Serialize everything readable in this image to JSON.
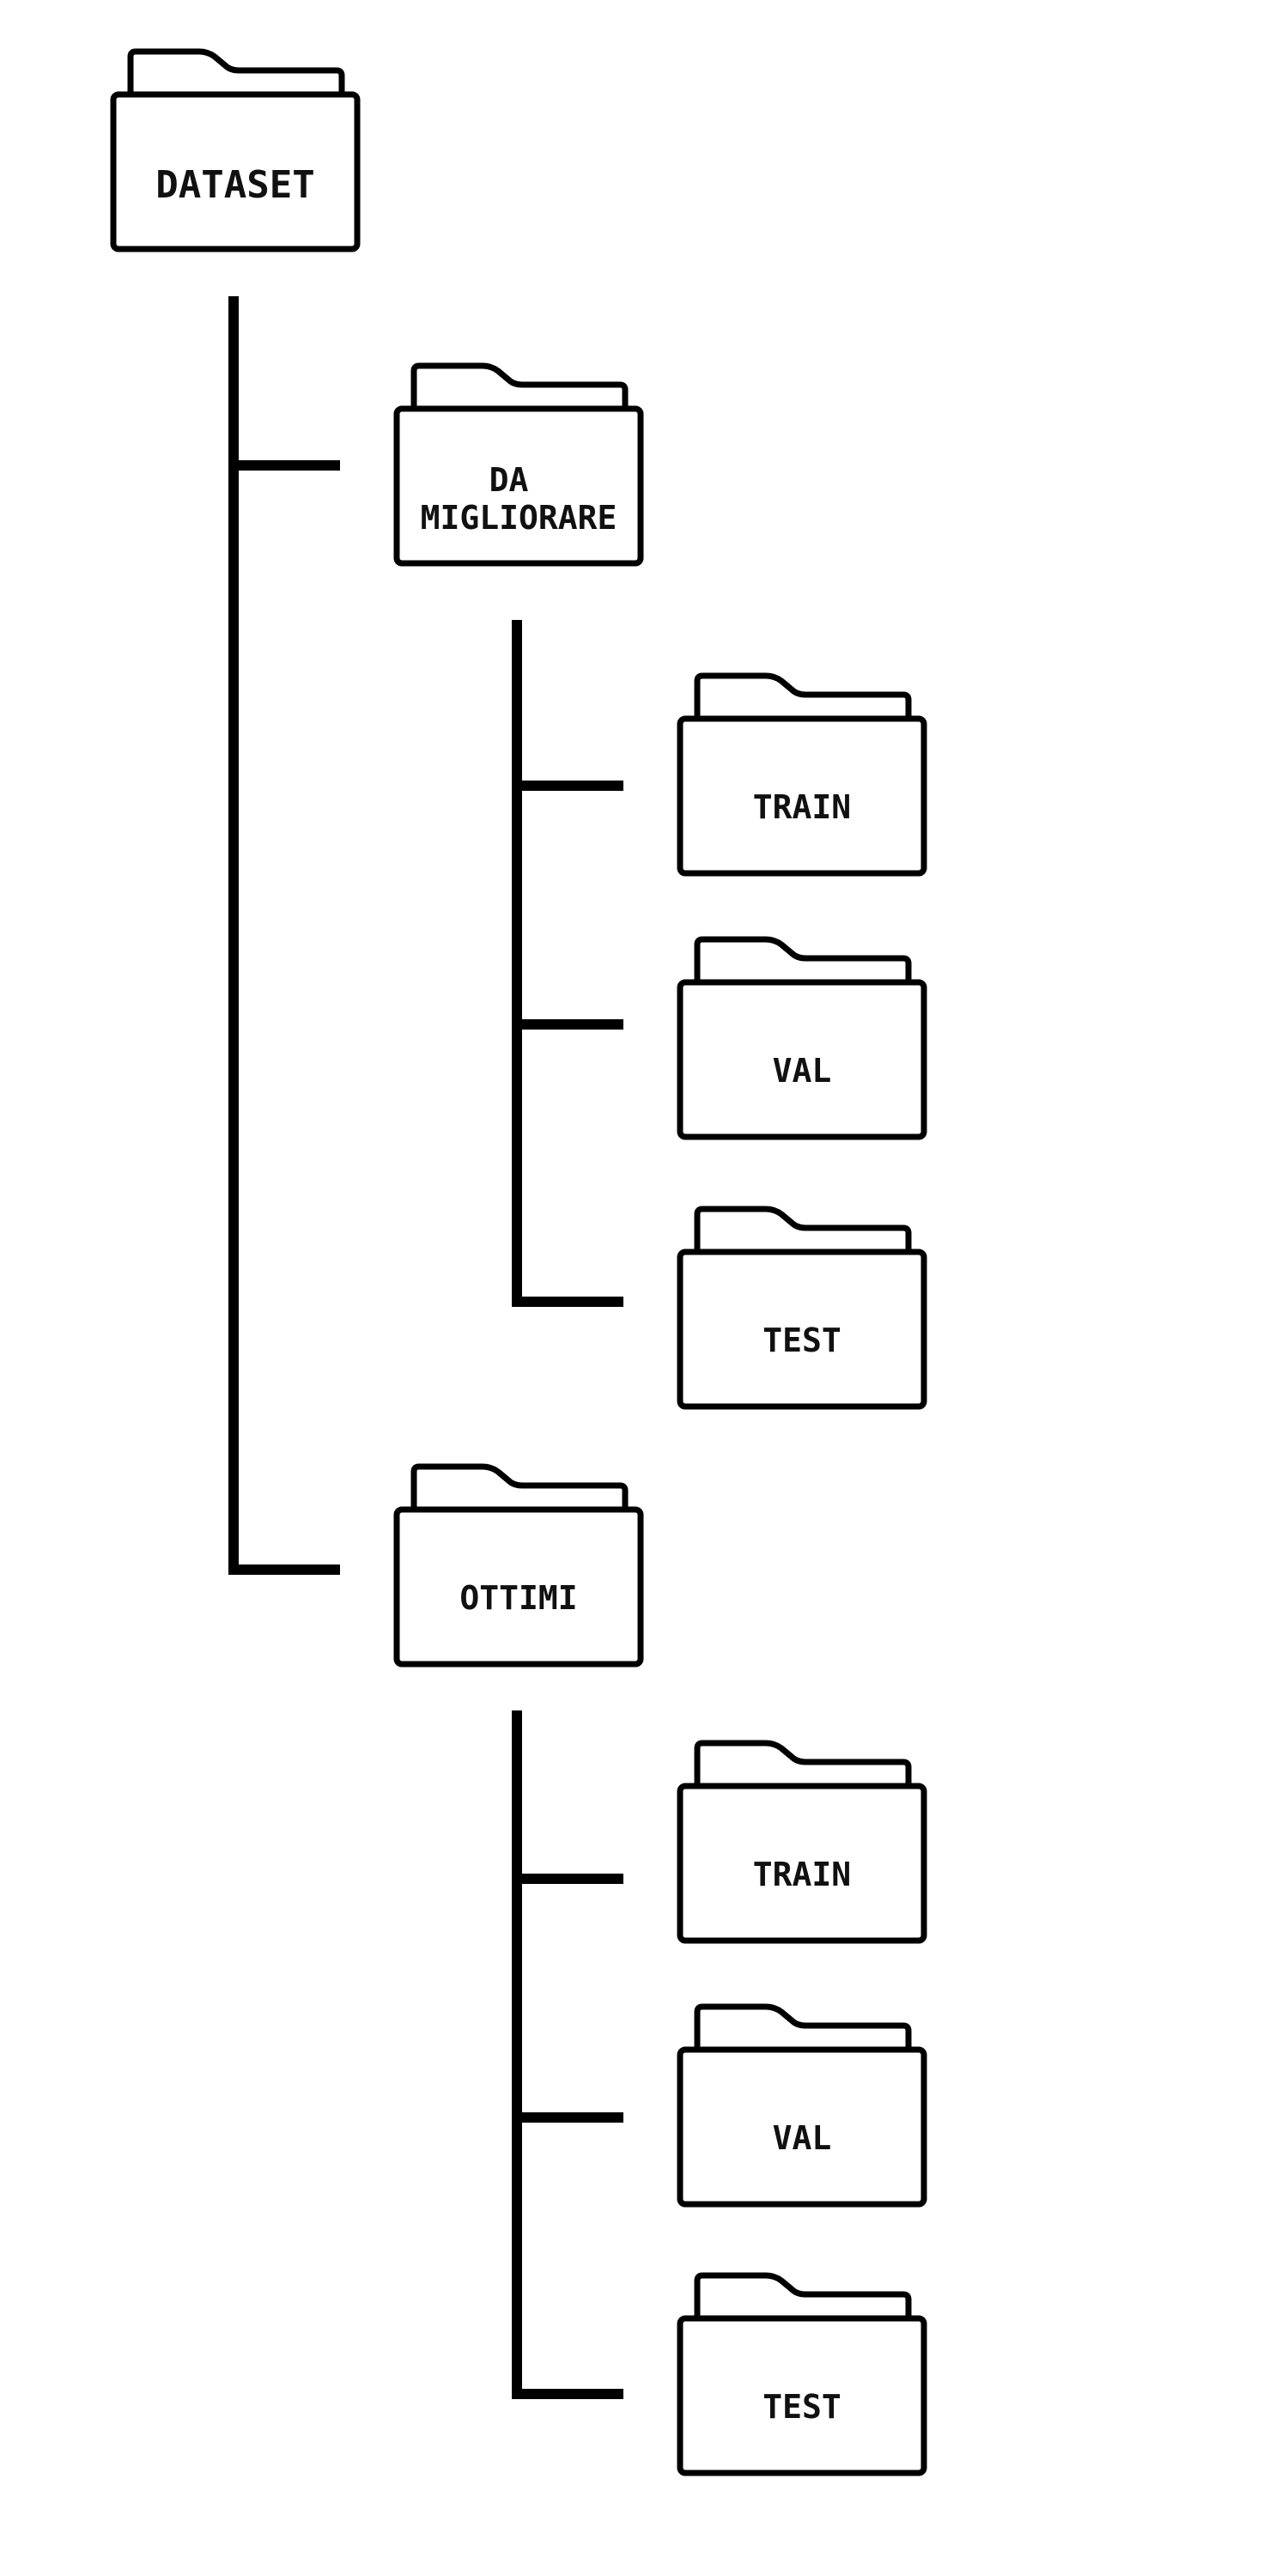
{
  "tree": {
    "root": {
      "label": "DATASET",
      "children": [
        {
          "label_lines": [
            "DA",
            "MIGLIORARE"
          ],
          "children": [
            {
              "label": "TRAIN"
            },
            {
              "label": "VAL"
            },
            {
              "label": "TEST"
            }
          ]
        },
        {
          "label": "OTTIMI",
          "children": [
            {
              "label": "TRAIN"
            },
            {
              "label": "VAL"
            },
            {
              "label": "TEST"
            }
          ]
        }
      ]
    }
  }
}
